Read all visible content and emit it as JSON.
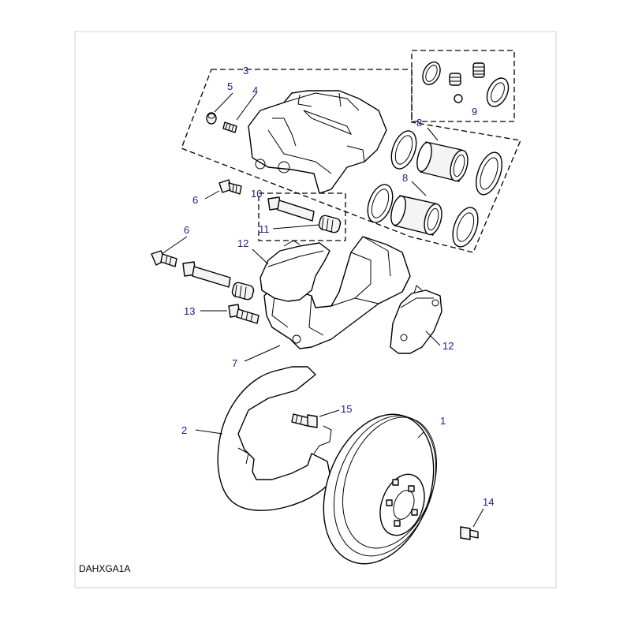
{
  "drawing_code": "DAHXGA1A",
  "callouts": {
    "c1": "1",
    "c2": "2",
    "c3": "3",
    "c4": "4",
    "c5": "5",
    "c6a": "6",
    "c6b": "6",
    "c7": "7",
    "c8a": "8",
    "c8b": "8",
    "c9": "9",
    "c10": "10",
    "c11": "11",
    "c12a": "12",
    "c12b": "12",
    "c13": "13",
    "c14": "14",
    "c15": "15"
  },
  "colors": {
    "callout": "#1c1c8c",
    "line": "#000000",
    "frame": "#d0d0d0"
  }
}
